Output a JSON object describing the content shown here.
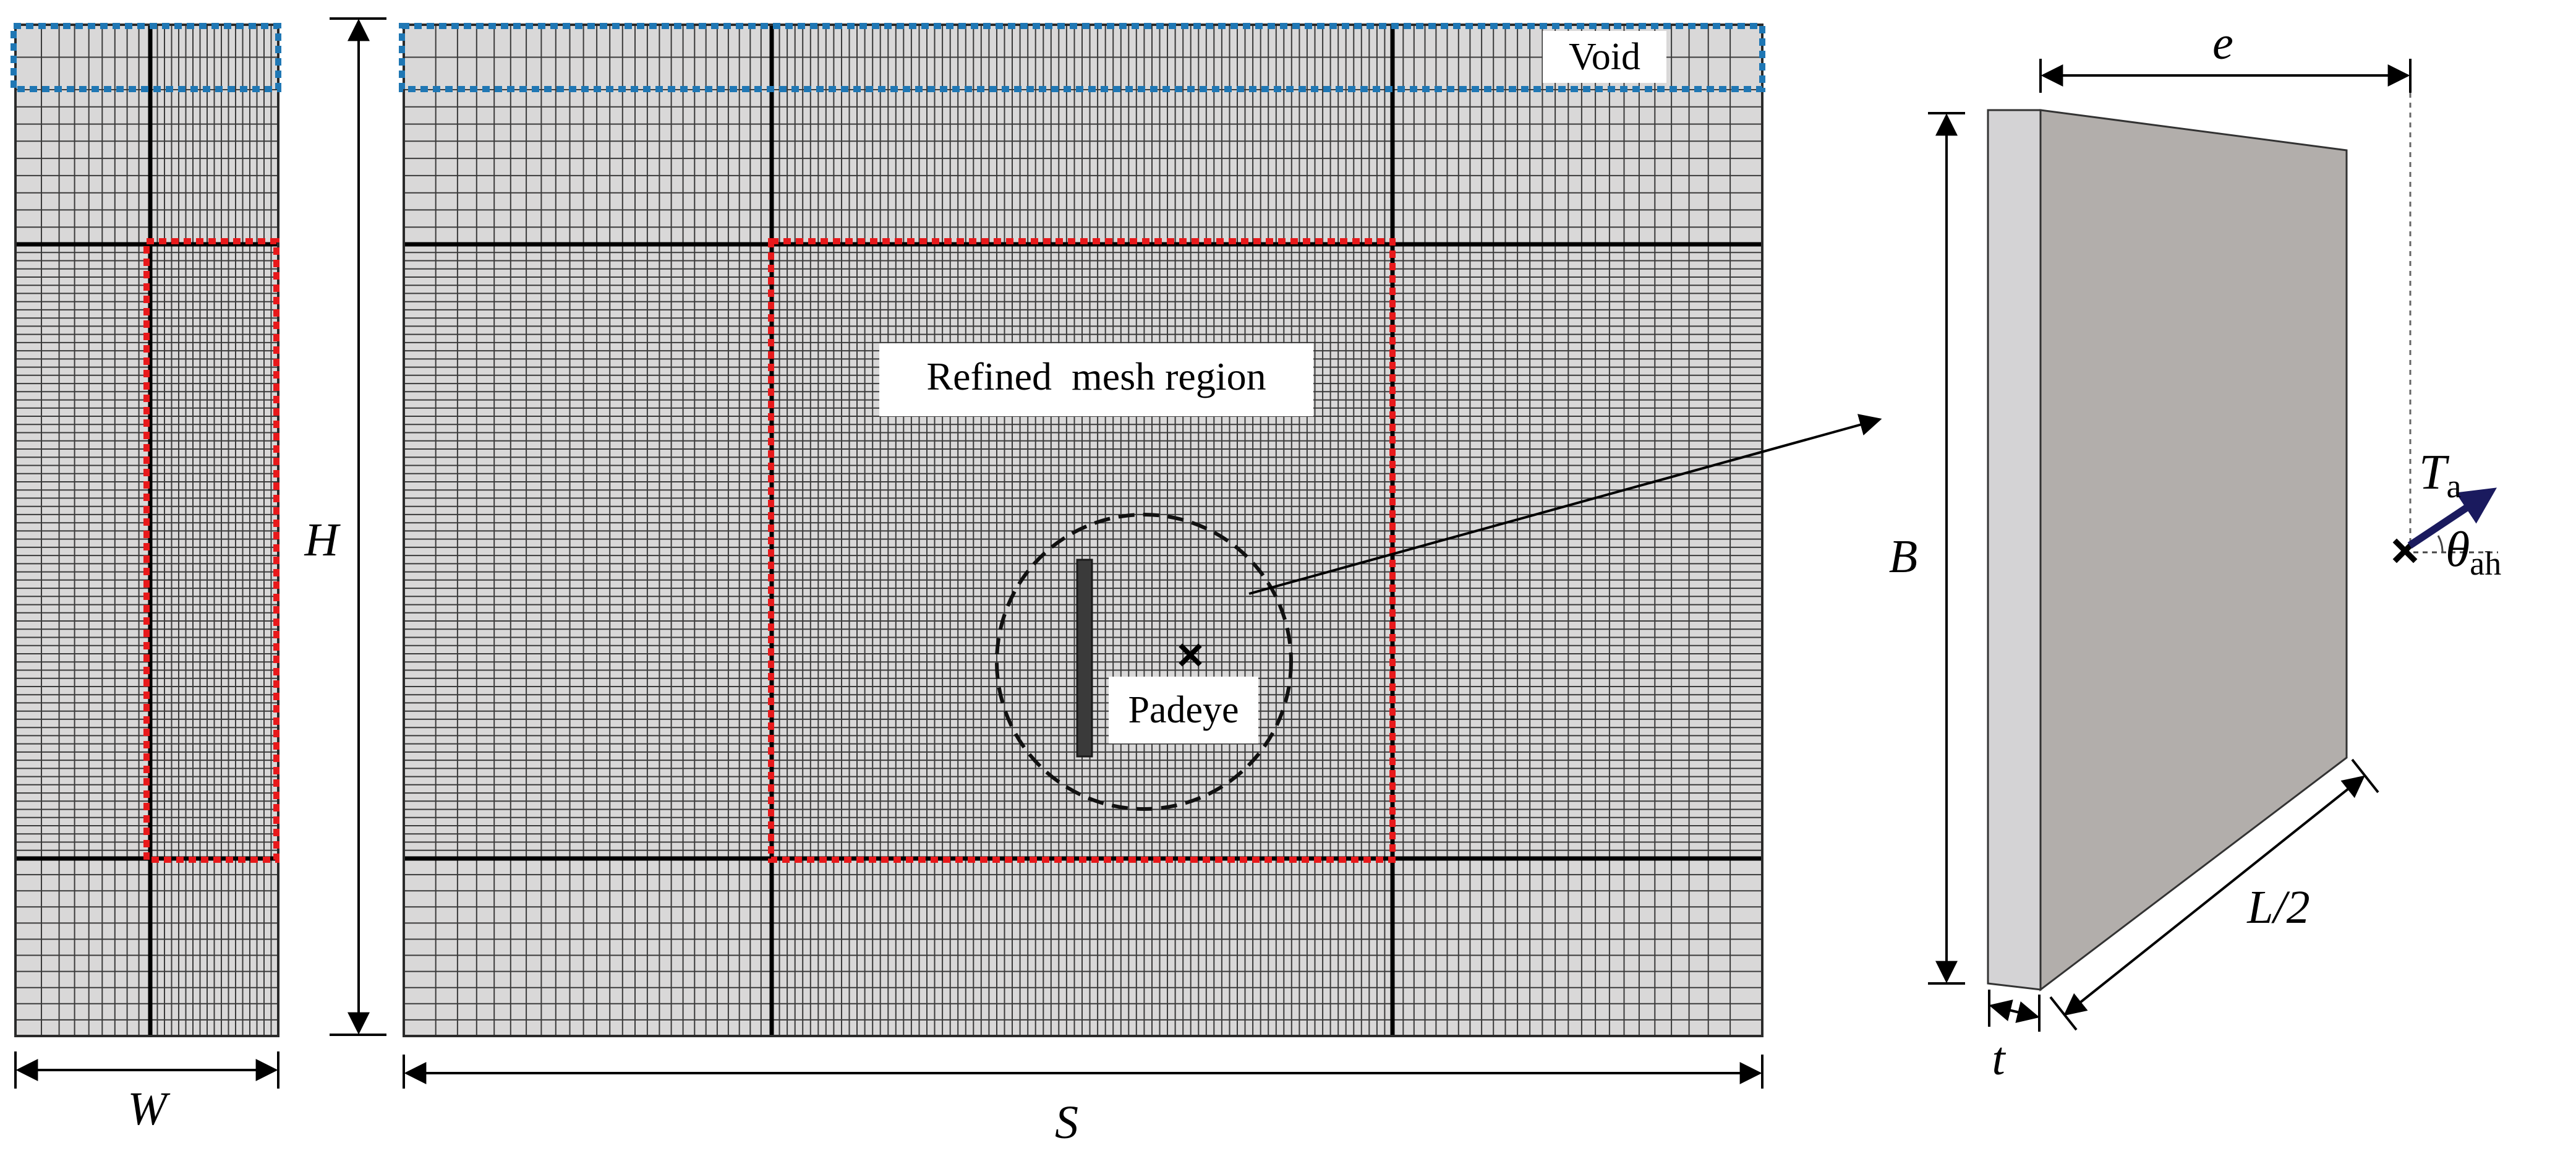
{
  "labels": {
    "void": "Void",
    "refined": "Refined  mesh region",
    "padeye": "Padeye",
    "H": "H",
    "W": "W",
    "S": "S",
    "e": "e",
    "B": "B",
    "t": "t",
    "L2": "L/2",
    "T": "T",
    "T_sub": "a",
    "theta": "θ",
    "theta_sub": "ah"
  },
  "colors": {
    "mesh_fill": "#d9d8d8",
    "mesh_line": "#3a3a3a",
    "partition_line": "#000000",
    "void_border": "#1f77b4",
    "refined_border": "#e8191b",
    "plate_face": "#b2aeab",
    "plate_edge": "#d4d3d5",
    "anchor": "#000000",
    "load_arrow": "#1a1a5e"
  }
}
